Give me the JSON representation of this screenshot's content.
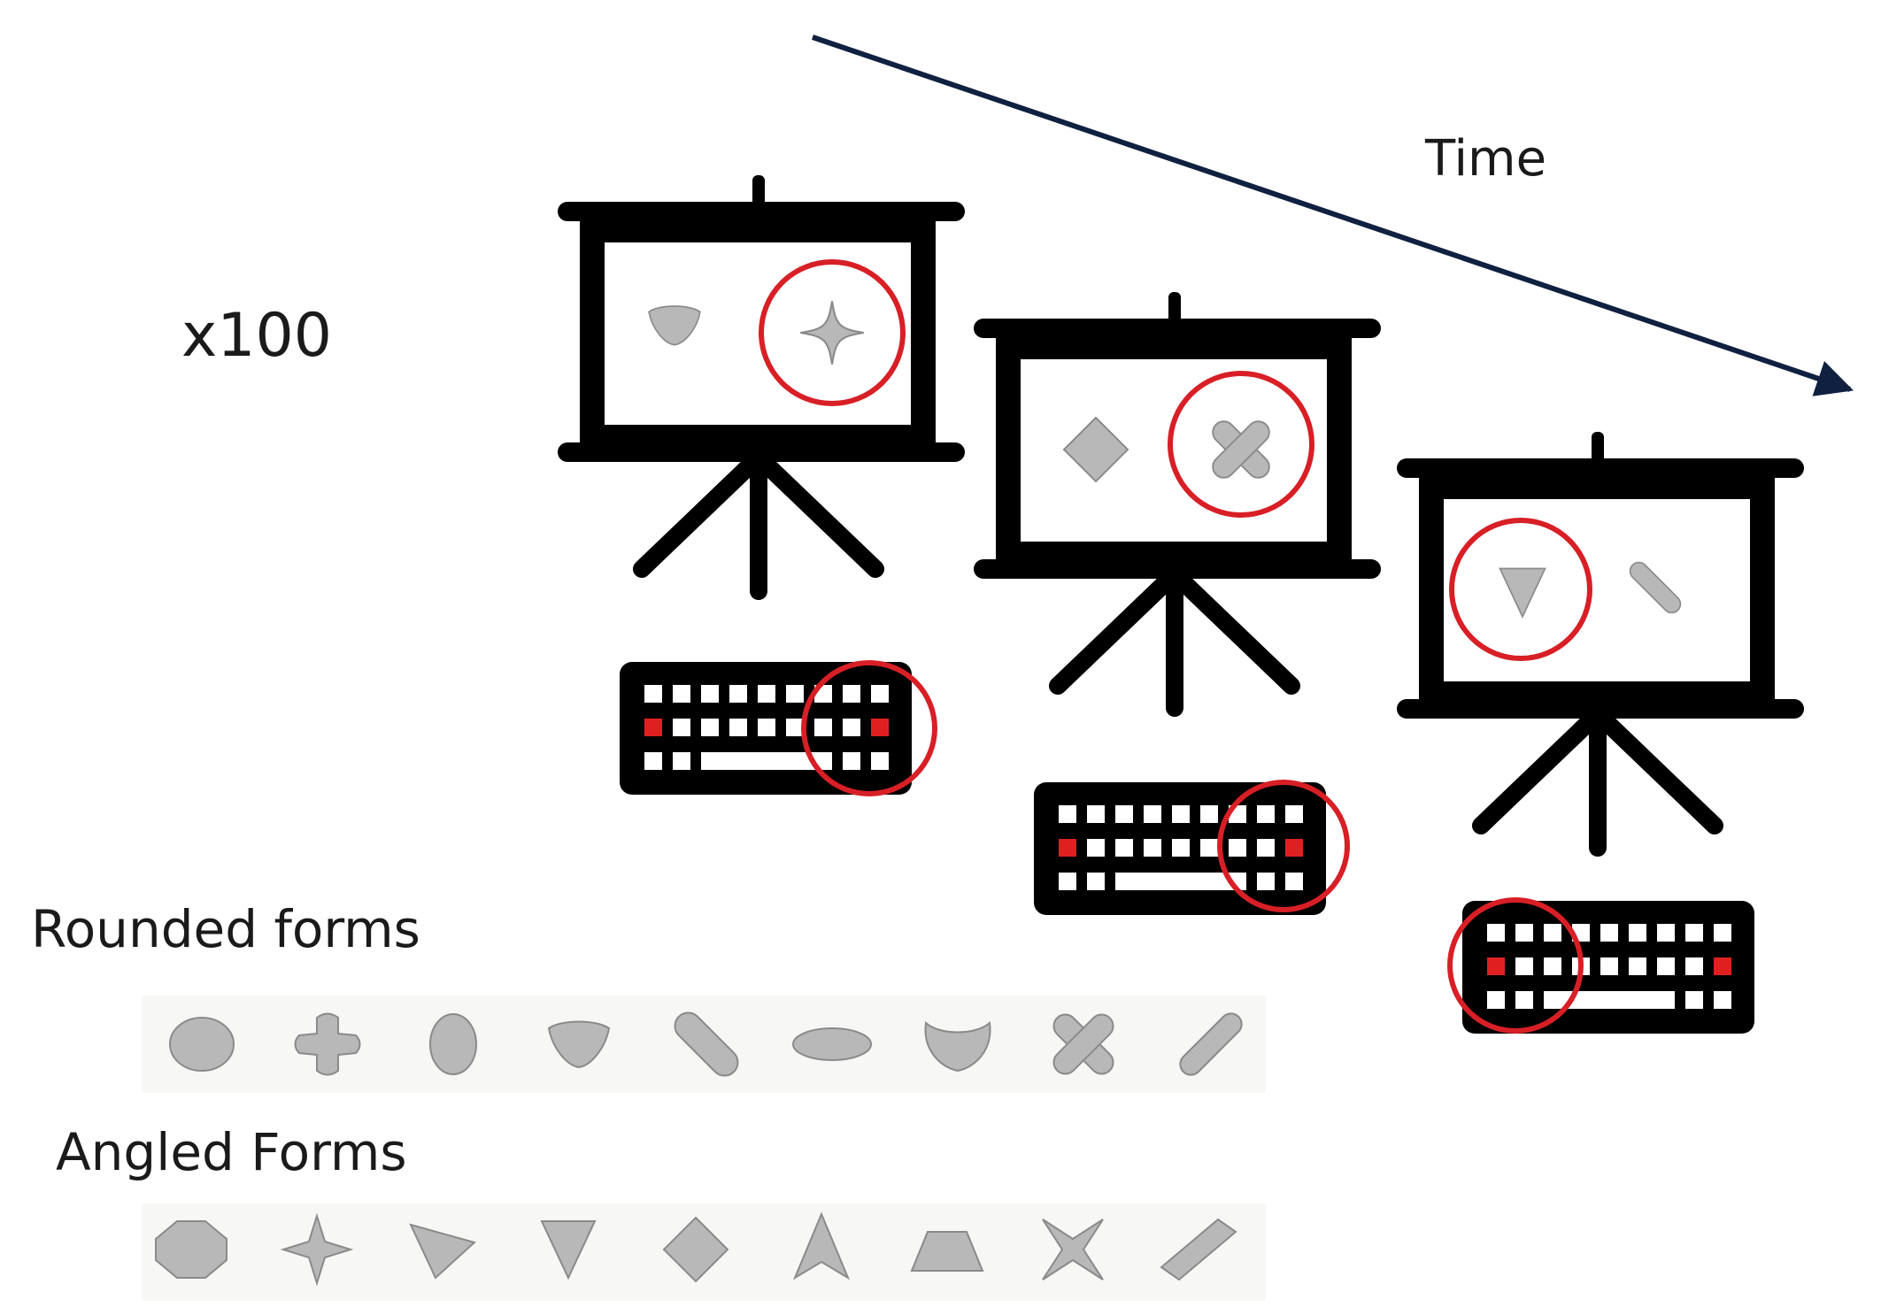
{
  "labels": {
    "time": "Time",
    "repeat": "x100",
    "rounded": "Rounded forms",
    "angled": "Angled Forms"
  },
  "colors": {
    "arrow": "#102040",
    "frame": "#000000",
    "shape_fill": "#b8b8b8",
    "shape_stroke": "#8a8a8a",
    "highlight": "#d81f26",
    "key_red": "#e02020",
    "row_bg": "#f7f8f5"
  },
  "trials": [
    {
      "screen_shapes": [
        "rounded-triangle-icon",
        "concave-star-icon"
      ],
      "circled_position": "right",
      "keyboard_circle": "right"
    },
    {
      "screen_shapes": [
        "diamond-icon",
        "rounded-x-icon"
      ],
      "circled_position": "right",
      "keyboard_circle": "right"
    },
    {
      "screen_shapes": [
        "triangle-down-icon",
        "capsule-icon"
      ],
      "circled_position": "left",
      "keyboard_circle": "left"
    }
  ],
  "rounded_forms": [
    "circle-icon",
    "rounded-cross-icon",
    "oval-icon",
    "rounded-triangle-icon",
    "capsule-icon",
    "ellipse-icon",
    "boomerang-icon",
    "rounded-x-icon",
    "thin-capsule-icon"
  ],
  "angled_forms": [
    "octagon-icon",
    "four-point-star-icon",
    "triangle-right-icon",
    "triangle-down-icon",
    "diamond-icon",
    "arrowhead-icon",
    "trapezoid-icon",
    "concave-x-icon",
    "parallelogram-icon"
  ]
}
